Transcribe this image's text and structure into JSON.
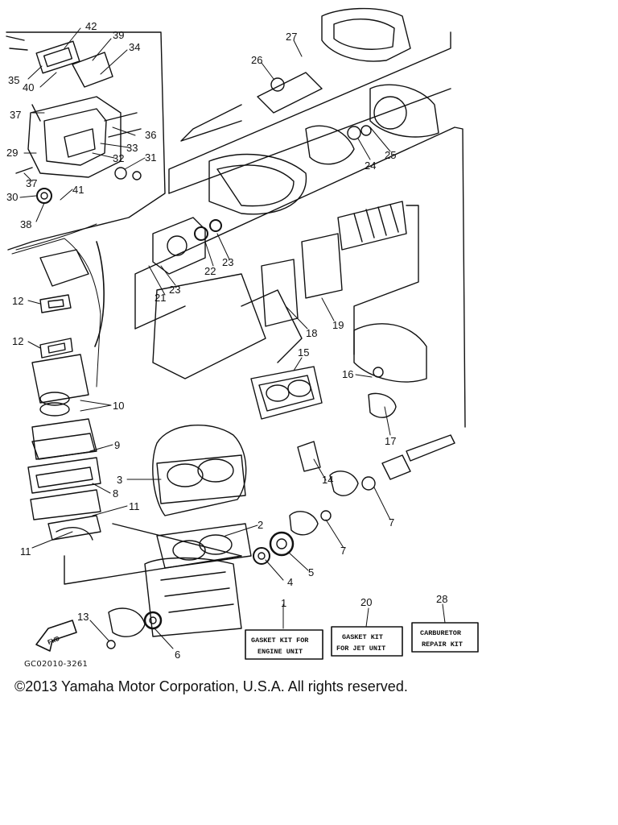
{
  "diagram": {
    "callouts": [
      {
        "id": "42",
        "label": "42"
      },
      {
        "id": "39",
        "label": "39"
      },
      {
        "id": "34",
        "label": "34"
      },
      {
        "id": "35",
        "label": "35"
      },
      {
        "id": "40",
        "label": "40"
      },
      {
        "id": "37a",
        "label": "37"
      },
      {
        "id": "36",
        "label": "36"
      },
      {
        "id": "33",
        "label": "33"
      },
      {
        "id": "29",
        "label": "29"
      },
      {
        "id": "32",
        "label": "32"
      },
      {
        "id": "31",
        "label": "31"
      },
      {
        "id": "37b",
        "label": "37"
      },
      {
        "id": "30",
        "label": "30"
      },
      {
        "id": "41",
        "label": "41"
      },
      {
        "id": "38",
        "label": "38"
      },
      {
        "id": "27",
        "label": "27"
      },
      {
        "id": "26",
        "label": "26"
      },
      {
        "id": "24",
        "label": "24"
      },
      {
        "id": "25",
        "label": "25"
      },
      {
        "id": "22",
        "label": "22"
      },
      {
        "id": "23a",
        "label": "23"
      },
      {
        "id": "23b",
        "label": "23"
      },
      {
        "id": "21",
        "label": "21"
      },
      {
        "id": "18",
        "label": "18"
      },
      {
        "id": "19",
        "label": "19"
      },
      {
        "id": "12a",
        "label": "12"
      },
      {
        "id": "12b",
        "label": "12"
      },
      {
        "id": "15",
        "label": "15"
      },
      {
        "id": "16",
        "label": "16"
      },
      {
        "id": "17",
        "label": "17"
      },
      {
        "id": "10",
        "label": "10"
      },
      {
        "id": "9",
        "label": "9"
      },
      {
        "id": "3",
        "label": "3"
      },
      {
        "id": "14",
        "label": "14"
      },
      {
        "id": "8",
        "label": "8"
      },
      {
        "id": "11a",
        "label": "11"
      },
      {
        "id": "11b",
        "label": "11"
      },
      {
        "id": "2",
        "label": "2"
      },
      {
        "id": "7a",
        "label": "7"
      },
      {
        "id": "7b",
        "label": "7"
      },
      {
        "id": "4",
        "label": "4"
      },
      {
        "id": "5",
        "label": "5"
      },
      {
        "id": "1",
        "label": "1"
      },
      {
        "id": "20",
        "label": "20"
      },
      {
        "id": "28",
        "label": "28"
      },
      {
        "id": "13",
        "label": "13"
      },
      {
        "id": "6",
        "label": "6"
      }
    ],
    "kits": [
      {
        "line1": "GASKET KIT FOR",
        "line2": "ENGINE UNIT"
      },
      {
        "line1": "GASKET KIT",
        "line2": "FOR JET UNIT"
      },
      {
        "line1": "CARBURETOR",
        "line2": "REPAIR KIT"
      }
    ],
    "fwd_label": "FWD",
    "ref_code": "GC02010-3261",
    "copyright": "©2013 Yamaha Motor Corporation, U.S.A. All rights reserved."
  }
}
